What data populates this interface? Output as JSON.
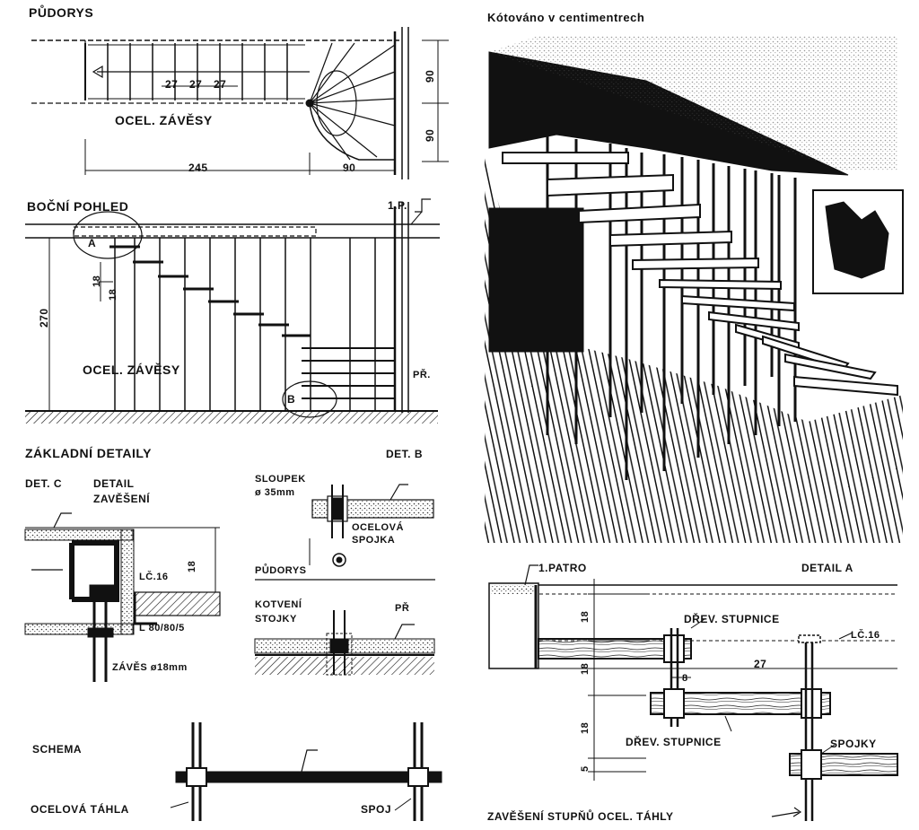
{
  "plan": {
    "title": "PŮDORYS",
    "label_hangers": "OCEL. ZÁVĚSY",
    "dim_tread_1": "27",
    "dim_tread_2": "27",
    "dim_tread_3": "27",
    "dim_width_1": "90",
    "dim_width_2": "90",
    "dim_length": "245",
    "dim_turn": "90"
  },
  "side": {
    "title": "BOČNÍ POHLED",
    "floor_label": "1.P.",
    "floor_label_right": "PŘ.",
    "detail_a": "A",
    "detail_b": "B",
    "dim_height": "270",
    "dim_rise_1": "18",
    "dim_rise_2": "18",
    "label_hangers": "OCEL. ZÁVĚSY"
  },
  "details": {
    "title": "ZÁKLADNÍ DETAILY",
    "det_b": "DET. B",
    "det_c": "DET. C",
    "det_c_name_1": "DETAIL",
    "det_c_name_2": "ZAVĚŠENÍ",
    "channel": "LČ.16",
    "angle": "L 80/80/5",
    "hanger": "ZÁVĚS ø18mm",
    "dim_18": "18",
    "post": "SLOUPEK",
    "post_dia": "ø 35mm",
    "coupling_1": "OCELOVÁ",
    "coupling_2": "SPOJKA",
    "plan": "PŮDORYS",
    "anchor_1": "KOTVENÍ",
    "anchor_2": "STOJKY",
    "floor": "PŘ"
  },
  "schema": {
    "title": "SCHEMA",
    "rods": "OCELOVÁ TÁHLA",
    "joint": "SPOJ"
  },
  "perspective": {
    "caption": "Kótováno v centimentrech"
  },
  "detail_a": {
    "floor": "1.PATRO",
    "title": "DETAIL A",
    "tread_1": "DŘEV. STUPNICE",
    "channel": "LČ.16",
    "dim_27": "27",
    "dim_8": "8",
    "tread_2": "DŘEV. STUPNICE",
    "couplings": "SPOJKY",
    "dim_18a": "18",
    "dim_18b": "18",
    "dim_18c": "18",
    "dim_5": "5",
    "caption": "ZAVĚŠENÍ STUPŇŮ OCEL. TÁHLY"
  }
}
